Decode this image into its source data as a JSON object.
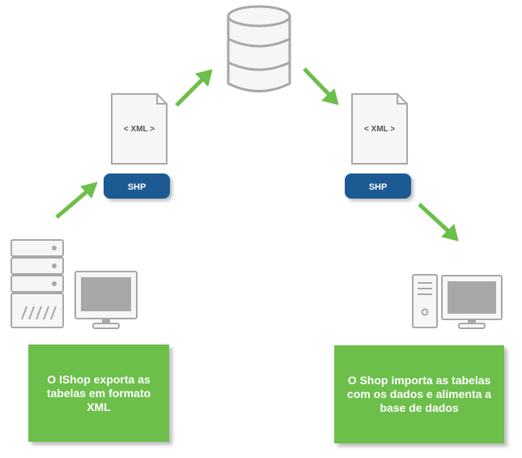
{
  "colors": {
    "arrow": "#6cbf4a",
    "caption_bg": "#6cbf4a",
    "shp_badge": "#1b5a94",
    "device_stroke": "#a8a8a8",
    "device_fill": "#f6f6f6"
  },
  "icons": {
    "database": "database-icon",
    "server": "server-icon",
    "monitor": "monitor-icon",
    "tower": "pc-tower-icon",
    "document": "xml-document-icon"
  },
  "left_doc": {
    "label": "< XML >",
    "badge": "SHP"
  },
  "right_doc": {
    "label": "< XML >",
    "badge": "SHP"
  },
  "captions": {
    "left": "O IShop exporta as tabelas em formato XML",
    "right": "O Shop importa as tabelas com os dados e alimenta a base de dados"
  }
}
